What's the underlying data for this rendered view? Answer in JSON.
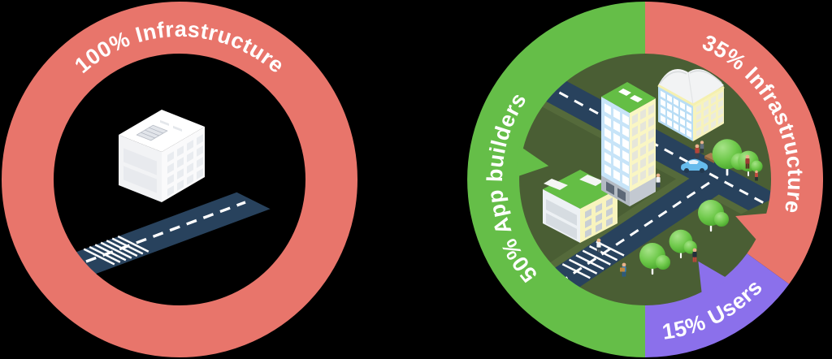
{
  "background_color": "#000000",
  "text_color": "#FFFFFF",
  "charts": {
    "left": {
      "label": "100% Infrastructure",
      "percent": 100,
      "category": "Infrastructure",
      "ring_color": "#E8756B",
      "center_icon": "isometric-building-with-road"
    },
    "right": {
      "center_icon": "isometric-city-scene",
      "segments": [
        {
          "label": "50% App builders",
          "percent": 50,
          "category": "App builders",
          "color": "#65BE48"
        },
        {
          "label": "35% Infrastructure",
          "percent": 35,
          "category": "Infrastructure",
          "color": "#E8756B"
        },
        {
          "label": "15% Users",
          "percent": 15,
          "category": "Users",
          "color": "#8B70EB"
        }
      ]
    }
  },
  "chart_data": [
    {
      "type": "pie",
      "donut": true,
      "title": "",
      "slices": [
        {
          "label": "Infrastructure",
          "value": 100,
          "color": "#E8756B"
        }
      ],
      "label_position": "on-ring",
      "center_content": "white isometric office building beside a dark road on black background"
    },
    {
      "type": "pie",
      "donut": true,
      "title": "",
      "slices": [
        {
          "label": "App builders",
          "value": 50,
          "color": "#65BE48"
        },
        {
          "label": "Infrastructure",
          "value": 35,
          "color": "#E8756B"
        },
        {
          "label": "Users",
          "value": 15,
          "color": "#8B70EB"
        }
      ],
      "start_angle_deg": 0,
      "direction": "clockwise",
      "label_position": "on-ring",
      "center_content": "isometric city scene with buildings, roads, trees, a car and people"
    }
  ]
}
